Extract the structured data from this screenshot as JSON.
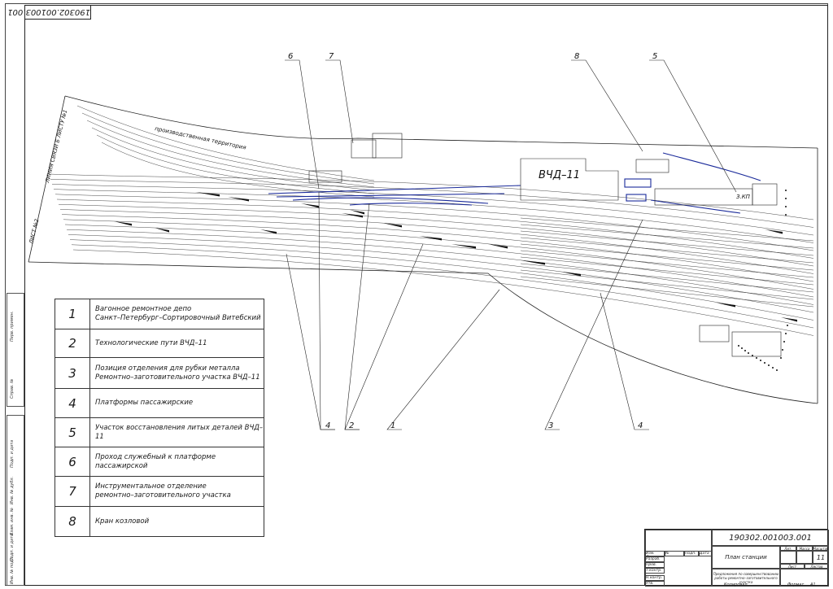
{
  "sheet": {
    "code_rotated": "190302.001003.001",
    "format_label": "Формат",
    "format_value": "A1",
    "copy_label": "Копировал"
  },
  "plan": {
    "depot_label": "ВЧД–11",
    "building_label": "З.КП",
    "territory_label": "производственная территория",
    "line_label": "ЛИНИЯ СВЯЗИ Б ЛИСТУ №1",
    "sheet_ref": "ЛИСТ №2",
    "leaders_top": [
      "6",
      "7",
      "8",
      "5"
    ],
    "leaders_bottom": [
      "4",
      "2",
      "1",
      "3",
      "4"
    ]
  },
  "legend": [
    {
      "num": "1",
      "text": "Вагонное ремонтное депо\nСанкт–Петербург–Сортировочный Витебский"
    },
    {
      "num": "2",
      "text": "Технологические пути ВЧД–11"
    },
    {
      "num": "3",
      "text": "Позиция отделения для рубки металла\nРемонтно–заготовительного участка ВЧД–11"
    },
    {
      "num": "4",
      "text": "Платформы пассажирские"
    },
    {
      "num": "5",
      "text": "Участок восстановления литых деталей ВЧД–11"
    },
    {
      "num": "6",
      "text": "Проход служебный к платформе пассажирской"
    },
    {
      "num": "7",
      "text": "Инструментальное отделение\nремонтно–заготовительного участка"
    },
    {
      "num": "8",
      "text": "Кран козловой"
    }
  ],
  "title_block": {
    "code": "190302.001003.001",
    "title": "План станции",
    "sheet_number": "11",
    "col_lit": "Лит.",
    "col_mass": "Масса",
    "col_scale": "Масштаб",
    "col_sheet": "Лист",
    "col_sheets": "Листов",
    "subtitle": "Предложения по совершенствованию работы ремонтно–заготовительного участка",
    "rows": [
      "Изм. Лист",
      "Разраб.",
      "Пров.",
      "Т.контр.",
      "Н.контр.",
      "Утв."
    ],
    "header_cols": [
      "№ докум.",
      "Подп.",
      "Дата"
    ]
  },
  "side_labels": [
    "Перв. примен.",
    "Справ. №",
    "Подп. и дата",
    "Инв. № дубл.",
    "Взам. инв. №",
    "Подп. и дата",
    "Инв. № подл."
  ],
  "colors": {
    "line": "#222222",
    "blue": "#1a2a9a",
    "frame": "#333333"
  }
}
